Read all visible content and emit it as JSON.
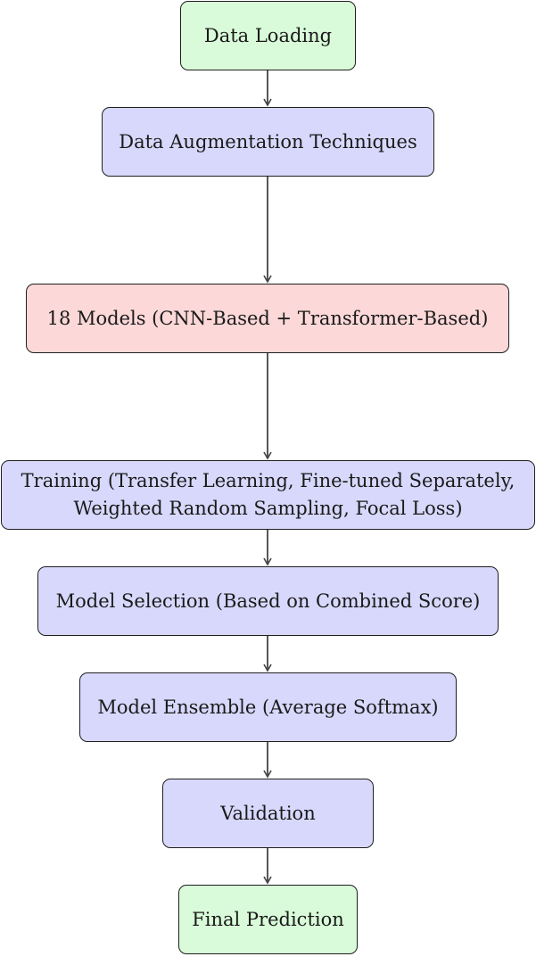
{
  "colors": {
    "green_fill": "#d9fbd9",
    "blue_fill": "#d8d8fc",
    "red_fill": "#fcd8d8",
    "border": "#1f1f1f",
    "arrow": "#444444"
  },
  "nodes": [
    {
      "text": "Data Loading",
      "fill": "green"
    },
    {
      "text": "Data Augmentation Techniques",
      "fill": "blue"
    },
    {
      "text": "18 Models (CNN-Based + Transformer-Based)",
      "fill": "red"
    },
    {
      "text": "Training (Transfer Learning, Fine-tuned Separately, Weighted Random Sampling, Focal Loss)",
      "fill": "blue"
    },
    {
      "text": "Model Selection (Based on Combined Score)",
      "fill": "blue"
    },
    {
      "text": "Model Ensemble (Average Softmax)",
      "fill": "blue"
    },
    {
      "text": "Validation",
      "fill": "blue"
    },
    {
      "text": "Final Prediction",
      "fill": "green"
    }
  ]
}
